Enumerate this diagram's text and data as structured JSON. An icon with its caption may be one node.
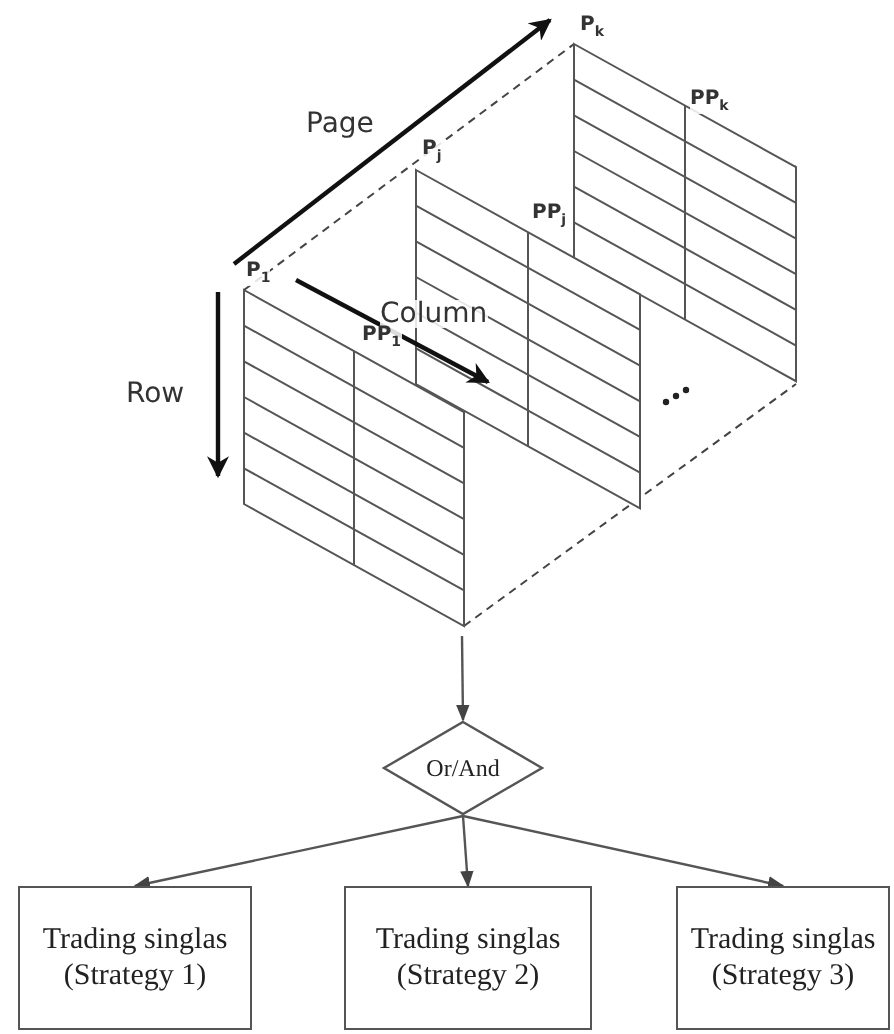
{
  "diagram": {
    "nodes": [
      {
        "text": [],
        "shape": "picture"
      },
      {
        "text": [
          "Or/And"
        ]
      },
      {
        "text": [
          "Trading singlas (Strategy 1)"
        ]
      },
      {
        "text": [
          "Trading singlas (Strategy 2)"
        ]
      },
      {
        "text": [
          "Trading singlas (Strategy 3)"
        ]
      }
    ],
    "edges": [
      {
        "from": 0,
        "to": 1,
        "arrow": "to"
      },
      {
        "from": 1,
        "to": 2,
        "arrow": "to"
      },
      {
        "from": 1,
        "to": 3,
        "arrow": "to"
      },
      {
        "from": 1,
        "to": 4,
        "arrow": "to"
      }
    ],
    "labels": [
      "P$_{k}$",
      "Page",
      "P$_{j}$",
      "PP$_{k}$",
      "PP$_{j}$",
      "P$_{1}$",
      "Column",
      "PP$_{1}$",
      "Row"
    ]
  }
}
